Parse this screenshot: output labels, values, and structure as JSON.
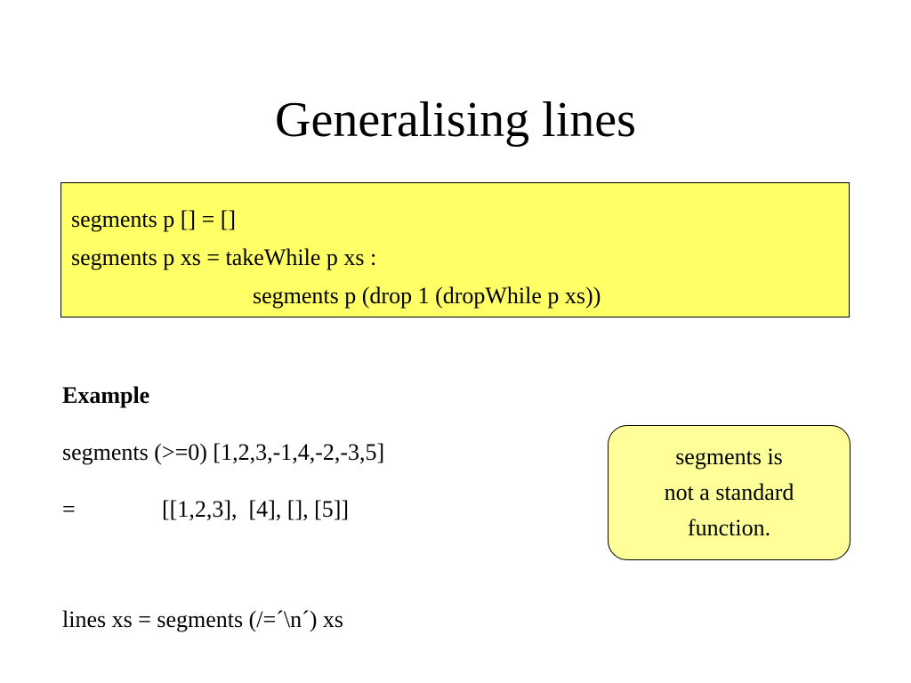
{
  "slide": {
    "title": "Generalising lines",
    "code": {
      "line1": "segments p [] = []",
      "line2": "segments p xs = takeWhile p xs :",
      "line3": "segments p (drop 1 (dropWhile p xs))"
    },
    "example": {
      "heading": "Example",
      "expression": "segments (>=0) [1,2,3,-1,4,-2,-3,5]",
      "equals": "=",
      "result": "[[1,2,3],  [4], [], [5]]"
    },
    "lines_def": "lines xs = segments (/=´\\n´) xs",
    "note": {
      "line1": "segments is",
      "line2": "not a standard",
      "line3": "function."
    },
    "colors": {
      "code_box_bg": "#ffff66",
      "note_bg": "#ffff99"
    }
  }
}
